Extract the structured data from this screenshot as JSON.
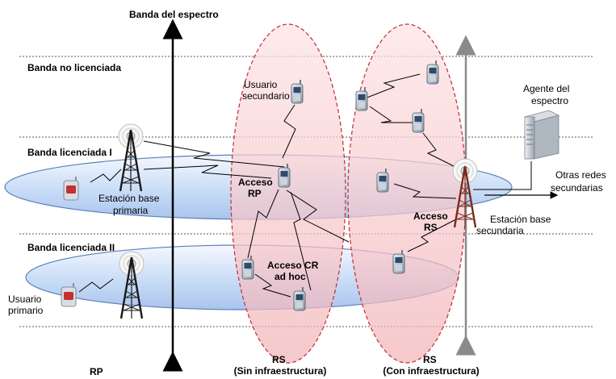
{
  "axis": {
    "label": "Banda del espectro"
  },
  "bands": {
    "unlicensed": "Banda no licenciada",
    "licensed_1": "Banda licenciada I",
    "licensed_2": "Banda licenciada II"
  },
  "nodes": {
    "secondary_user": [
      "Usuario",
      "secundario"
    ],
    "primary_base_station": [
      "Estación base",
      "primaria"
    ],
    "primary_user": [
      "Usuario",
      "primario"
    ],
    "secondary_base_station": [
      "Estación base",
      "secundaria"
    ],
    "spectrum_broker": [
      "Agente del",
      "espectro"
    ],
    "other_networks": [
      "Otras redes",
      "secundarias"
    ]
  },
  "access": {
    "rp": [
      "Acceso",
      "RP"
    ],
    "cr_adhoc": [
      "Acceso CR",
      "ad hoc"
    ],
    "rs": [
      "Acceso",
      "RS"
    ]
  },
  "bottom": {
    "rp": "RP",
    "rs_without": [
      "RS",
      "(Sin infraestructura)"
    ],
    "rs_with": [
      "RS",
      "(Con infraestructura)"
    ]
  },
  "colors": {
    "band_fill": "#c9dcf7",
    "rs_fill": "#f6c6c9",
    "rs_border": "#c22a33",
    "tower": "#1a1a1a",
    "secondary_tower": "#7a2b1c"
  }
}
